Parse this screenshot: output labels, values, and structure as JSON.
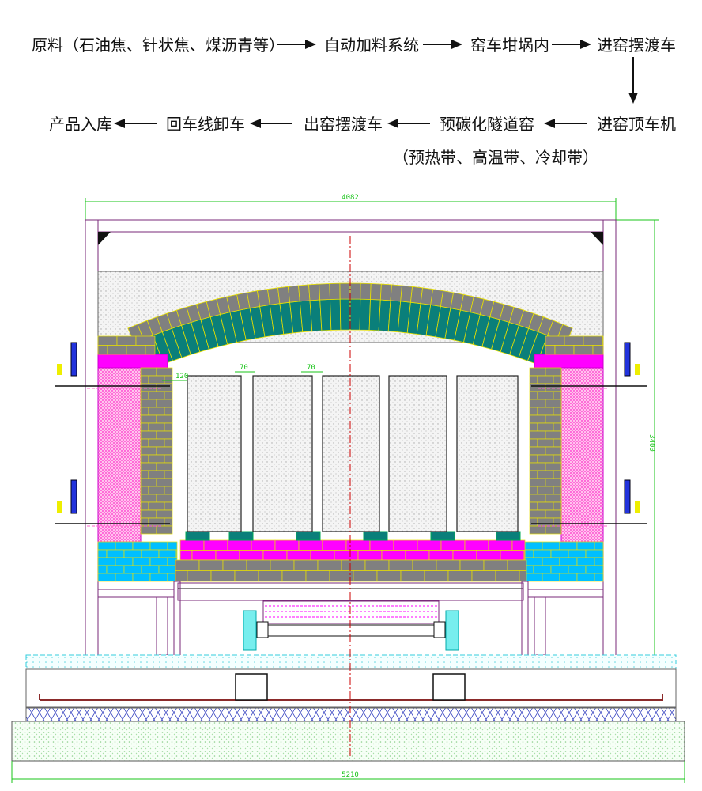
{
  "flow": {
    "row1": [
      "原料（石油焦、针状焦、煤沥青等）",
      "自动加料系统",
      "窑车坩埚内",
      "进窑摆渡车"
    ],
    "row2": [
      "产品入库",
      "回车线卸车",
      "出窑摆渡车",
      "预碳化隧道窑",
      "进窑顶车机"
    ],
    "note": "（预热带、高温带、冷却带）"
  },
  "dimensions": {
    "width_top": "4082",
    "height": "3400",
    "width_bottom": "5210",
    "gap1": "120",
    "gap2": "70",
    "gap3": "70"
  },
  "colors": {
    "teal": "#0a7f7a",
    "gray": "#808080",
    "magenta": "#ff00ff",
    "cyan": "#00bfff",
    "pink": "#ff66cc",
    "frame": "#7a2a7a",
    "dim": "#19c419",
    "center": "#cc0000"
  }
}
